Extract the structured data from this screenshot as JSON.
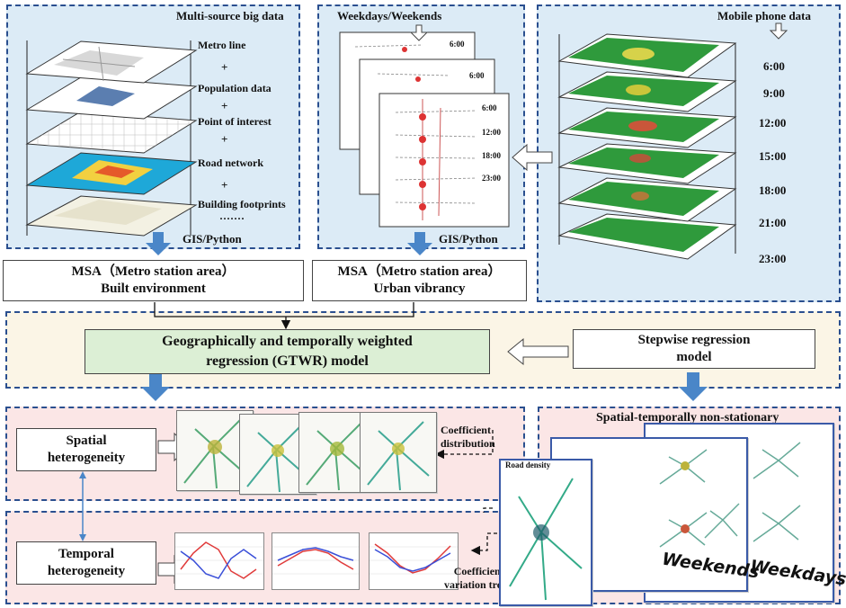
{
  "top_left": {
    "title": "Multi-source big data",
    "layers": [
      "Metro line",
      "Population data",
      "Point of interest",
      "Road network",
      "Building footprints"
    ],
    "plus": "+",
    "ellipsis": "·······",
    "tool": "GIS/Python"
  },
  "top_mid": {
    "title": "Weekdays/Weekends",
    "card_times": [
      "6:00",
      "6:00",
      "6:00",
      "12:00",
      "18:00",
      "23:00"
    ],
    "tool": "GIS/Python"
  },
  "top_right": {
    "title": "Mobile phone data",
    "times": [
      "6:00",
      "9:00",
      "12:00",
      "15:00",
      "18:00",
      "21:00",
      "23:00"
    ]
  },
  "msa_built": {
    "line1": "MSA（Metro station area）",
    "line2": "Built environment"
  },
  "msa_vibrancy": {
    "line1": "MSA（Metro station area）",
    "line2": "Urban vibrancy"
  },
  "gtwr": {
    "line1": "Geographically and temporally weighted",
    "line2": "regression (GTWR) model"
  },
  "stepwise": {
    "line1": "Stepwise regression",
    "line2": "model"
  },
  "spatial": {
    "line1": "Spatial",
    "line2": "heterogeneity"
  },
  "temporal": {
    "line1": "Temporal",
    "line2": "heterogeneity"
  },
  "coef_dist": {
    "line1": "Coefficient",
    "line2": "distribution"
  },
  "coef_trend": {
    "line1": "Coefficient",
    "line2": "variation trend"
  },
  "nonstat": {
    "title": "Spatial-temporally non-stationary",
    "weekends": "Weekends",
    "weekdays": "Weekdays",
    "road_density": "Road density"
  },
  "colors": {
    "panel_border": "#2a4f8f",
    "arrow_blue": "#4a86c8",
    "gtwr_fill": "#dcefd5",
    "green_map": "#2f9a3c",
    "line_red": "#e03a3a",
    "line_blue": "#3a4fd8"
  }
}
